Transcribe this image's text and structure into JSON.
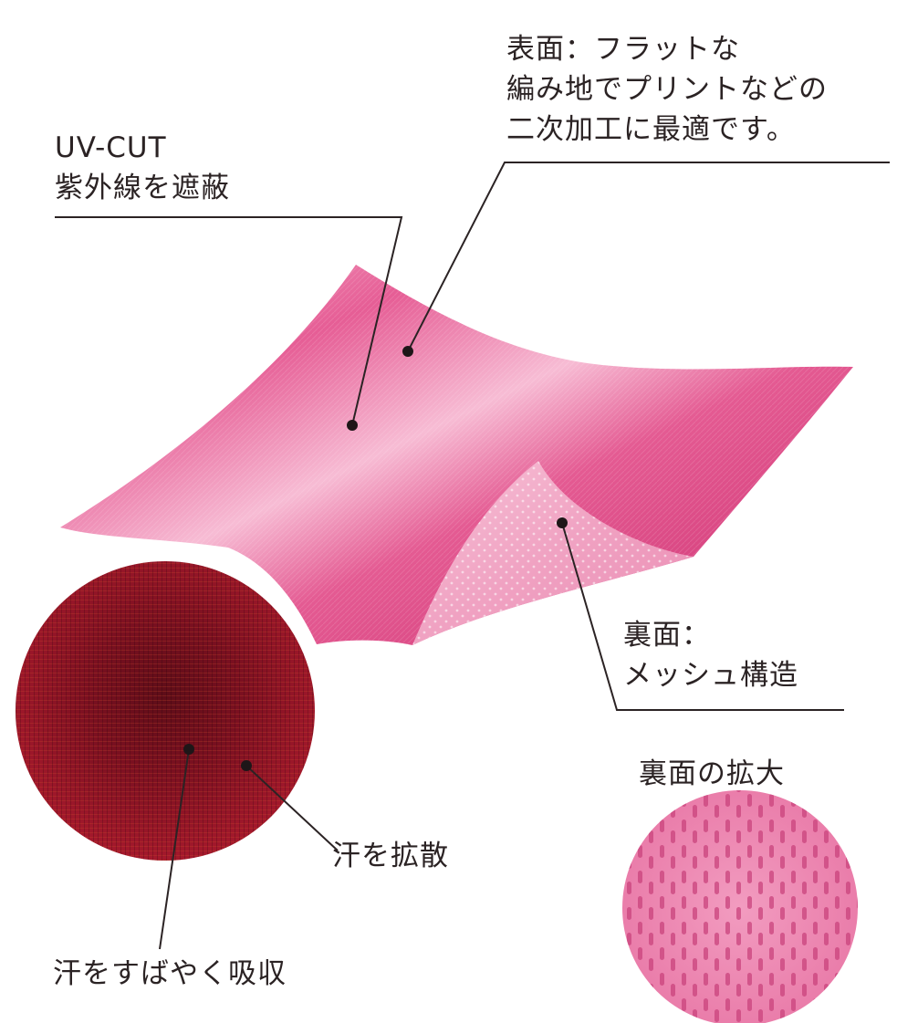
{
  "labels": {
    "uv_cut": {
      "line1": "UV-CUT",
      "line2": "紫外線を遮蔽"
    },
    "surface": {
      "line1": "表面：フラットな",
      "line2": "編み地でプリントなどの",
      "line3": "二次加工に最適です。"
    },
    "back": {
      "line1": "裏面：",
      "line2": "メッシュ構造"
    },
    "back_magnified": "裏面の拡大",
    "sweat_spread": "汗を拡散",
    "sweat_absorb": "汗をすばやく吸収"
  },
  "colors": {
    "fabric_front": "#e2558f",
    "fabric_highlight": "#f4a6c6",
    "fabric_back": "#ef9cc0",
    "mesh_dots": "#c9437c",
    "wet_zoom": "#8c1424",
    "wet_zoom_dark": "#5e0d18",
    "leader_lines": "#2b2324"
  }
}
